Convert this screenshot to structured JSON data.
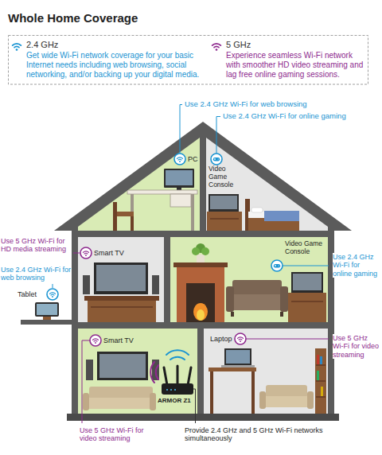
{
  "diagram": {
    "title": "Whole Home Coverage",
    "nodes": [
      {
        "text": [
          "2.4 GHz",
          "Get wide Wi-Fi network coverage for your basic Internet needs including web browsing, social networking, and/or backing up your digital media."
        ]
      },
      {
        "text": [
          "5 GHz",
          "Experience seamless Wi-Fi network with smoother HD video streaming and lag free online gaming sessions."
        ]
      }
    ],
    "labels": [
      "Use 2.4 GHz Wi-Fi for web browsing",
      "Use 2.4 GHz Wi-Fi for online gaming",
      "PC",
      "Video Game Console",
      "Use 5 GHz Wi-Fi for HD media streaming",
      "Use 2.4 GHz Wi-Fi for web browsing",
      "Smart TV",
      "Video Game Console",
      "Use 2.4 GHz Wi-Fi for online gaming",
      "Tablet",
      "Use 5 GHz Wi-Fi for video streaming",
      "Smart TV",
      "Laptop",
      "ARMOR Z1",
      "Use 5 GHz Wi-Fi for video streaming",
      "Provide 2.4 GHz and 5 GHz Wi-Fi networks simultaneously"
    ]
  }
}
